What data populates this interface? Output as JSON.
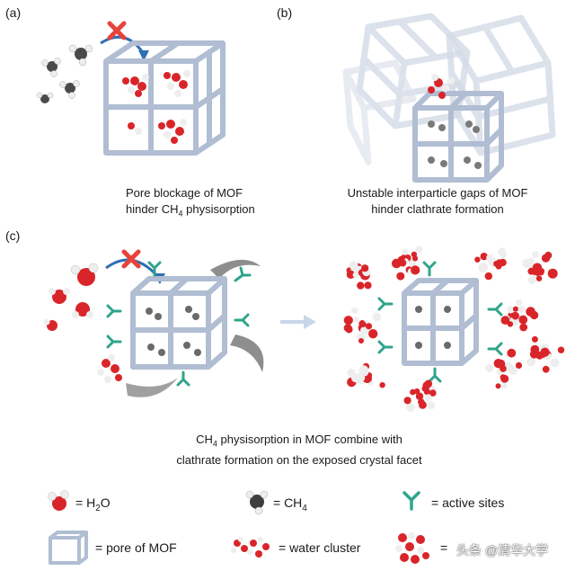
{
  "panels": {
    "a": {
      "label": "(a)",
      "caption_line1": "Pore blockage of MOF",
      "caption_line2_prefix": "hinder CH",
      "caption_line2_sub": "4",
      "caption_line2_suffix": " physisorption"
    },
    "b": {
      "label": "(b)",
      "caption_line1": "Unstable  interparticle gaps of MOF",
      "caption_line2": "hinder clathrate formation"
    },
    "c": {
      "label": "(c)",
      "caption_line1_prefix": "CH",
      "caption_line1_sub": "4",
      "caption_line1_suffix": "  physisorption in MOF combine with",
      "caption_line2": "clathrate formation on the exposed  crystal facet"
    }
  },
  "legend": {
    "h2o_prefix": "= H",
    "h2o_sub": "2",
    "h2o_suffix": "O",
    "ch4_prefix": "= CH",
    "ch4_sub": "4",
    "active_sites": "= active  sites",
    "pore": "= pore of MOF",
    "water_cluster": "= water cluster",
    "clathrate_prefix": "= "
  },
  "watermark": "头条 @清华大学",
  "colors": {
    "frame": "#b8c4d8",
    "frame_dark": "#8f9cb4",
    "oxygen": "#d9252a",
    "hydrogen": "#f1f1f1",
    "carbon": "#4a4a4a",
    "active_site": "#2fa58b",
    "blocked_x": "#e8433a",
    "arrow": "#2f6fb5",
    "process_arrow": "#c9d6ea"
  }
}
